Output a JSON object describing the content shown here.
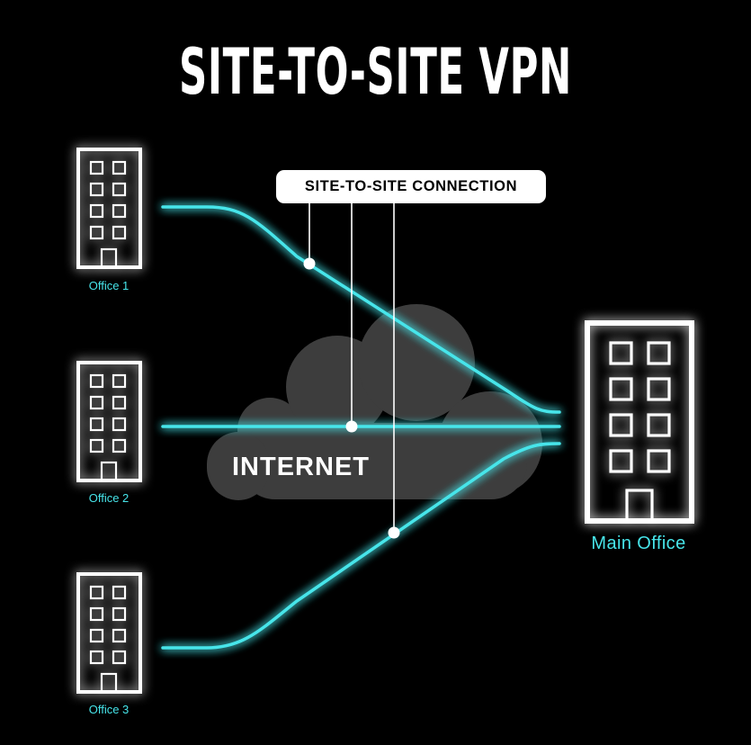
{
  "title": "SITE-TO-SITE VPN",
  "callout": {
    "label": "SITE-TO-SITE CONNECTION"
  },
  "cloud": {
    "label": "INTERNET"
  },
  "offices": [
    {
      "label": "Office 1"
    },
    {
      "label": "Office 2"
    },
    {
      "label": "Office 3"
    }
  ],
  "main_office": {
    "label": "Main Office"
  },
  "colors": {
    "background": "#000000",
    "connection": "#47e5ea",
    "building": "#ffffff",
    "cloud": "#3d3d3d"
  }
}
